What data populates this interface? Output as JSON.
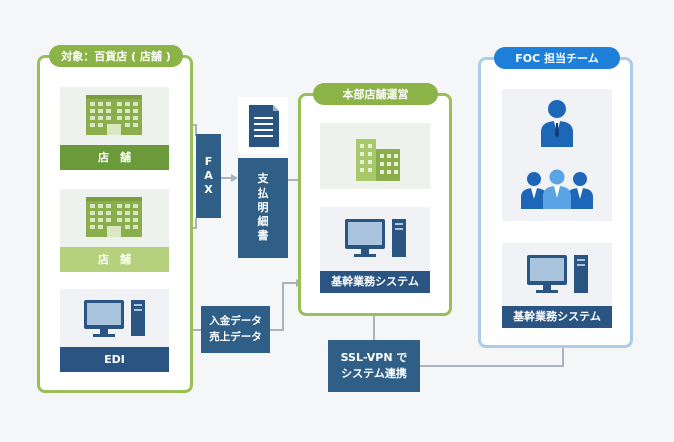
{
  "left_group": {
    "title": "対象：百貨店 ( 店舗 )",
    "store1_label": "店　舗",
    "store2_label": "店　舗",
    "edi_label": "EDI"
  },
  "fax": {
    "chars": [
      "F",
      "A",
      "X"
    ]
  },
  "payment": {
    "chars": [
      "支",
      "払",
      "明",
      "細",
      "書"
    ]
  },
  "deposit": {
    "line1": "入金データ",
    "line2": "売上データ"
  },
  "hq": {
    "title": "本部店舗運営",
    "system_label": "基幹業務システム"
  },
  "ssl": {
    "line1": "SSL-VPN で",
    "line2": "システム連携"
  },
  "foc": {
    "title": "FOC 担当チーム",
    "system_label": "基幹業務システム"
  },
  "colors": {
    "green_frame": "#9bbf57",
    "green_dark": "#6a9a3a",
    "green_light": "#b5d17e",
    "blue_frame": "#a9cdea",
    "blue_pill": "#1e7fd8",
    "navy": "#2a5583",
    "connector": "#a9b3bb"
  },
  "icons": [
    "building-icon",
    "computer-icon",
    "document-icon",
    "person-icon",
    "people-icon"
  ]
}
